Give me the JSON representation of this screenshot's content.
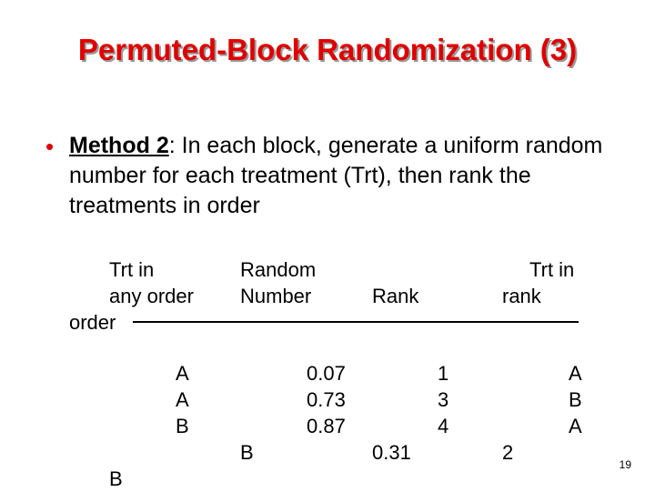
{
  "title": "Permuted-Block Randomization (3)",
  "bullet": {
    "label": "Method 2",
    "colon": ":",
    "text": " In each block, generate a uniform random number for each treatment (Trt), then rank the treatments in order"
  },
  "headers": {
    "trt_in_any_order_l1": "Trt in",
    "trt_in_any_order_l2": "any order",
    "trt_in_any_order_l3": "order",
    "random_number_l1": "Random",
    "random_number_l2": "Number",
    "rank": "Rank",
    "trt_in_rank_l1": "Trt in",
    "trt_in_rank_l2": "rank"
  },
  "table": {
    "trt_any_order": [
      "A",
      "A",
      "B"
    ],
    "random_number": [
      "0.07",
      "0.73",
      "0.87"
    ],
    "rank": [
      "1",
      "3",
      "4"
    ],
    "trt_in_rank": [
      "A",
      "B",
      "A"
    ]
  },
  "stray_row": {
    "b1": "B",
    "val": "0.31",
    "n": "2",
    "b2": "B"
  },
  "slide_number": "19",
  "colors": {
    "title": "#e00000",
    "bullet": "#e00000",
    "text": "#000000"
  }
}
